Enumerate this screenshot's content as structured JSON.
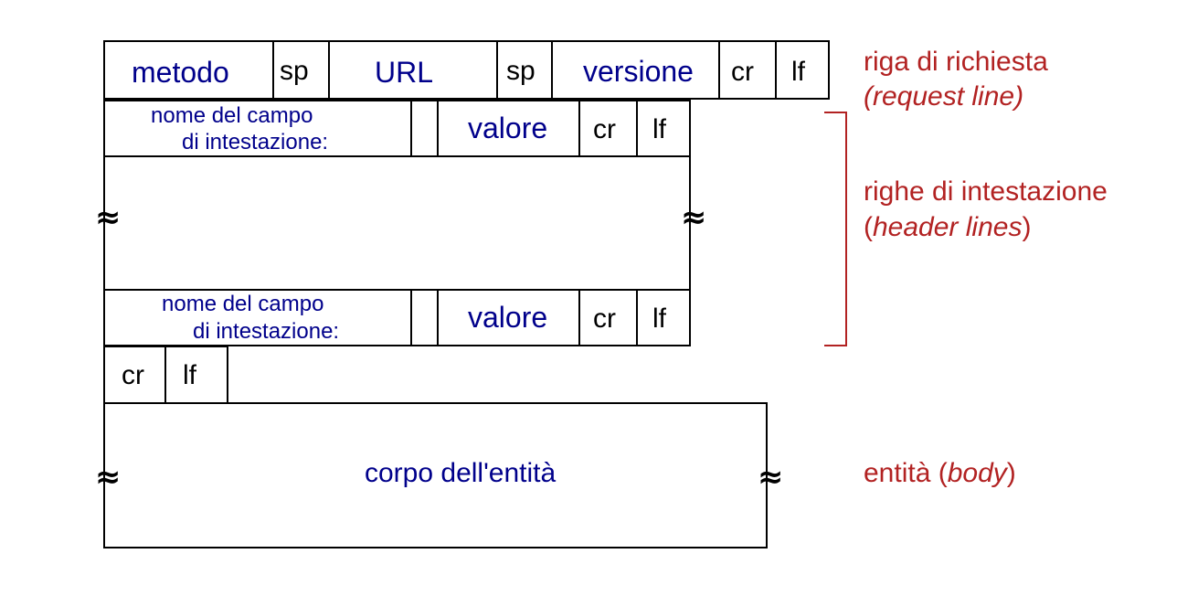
{
  "request_line": {
    "fields": [
      "metodo",
      "sp",
      "URL",
      "sp",
      "versione",
      "cr",
      "lf"
    ]
  },
  "header_line_1": {
    "name_line1": "nome del campo",
    "name_line2": "di intestazione:",
    "value": "valore",
    "cr": "cr",
    "lf": "lf"
  },
  "header_line_2": {
    "name_line1": "nome del campo",
    "name_line2": "di intestazione:",
    "value": "valore",
    "cr": "cr",
    "lf": "lf"
  },
  "blank_line": {
    "cr": "cr",
    "lf": "lf"
  },
  "body": {
    "label": "corpo dell'entità"
  },
  "annotations": {
    "request_line_title": "riga di richiesta",
    "request_line_sub": "(request line)",
    "header_title": "righe di intestazione",
    "header_sub_open": "(",
    "header_sub_italic": "header lines",
    "header_sub_close": ")",
    "body_title_prefix": "entità (",
    "body_title_italic": "body",
    "body_title_suffix": ")"
  },
  "break_mark": "≈",
  "colors": {
    "field_text": "#00008b",
    "annotation": "#b22222",
    "control": "#000000"
  }
}
